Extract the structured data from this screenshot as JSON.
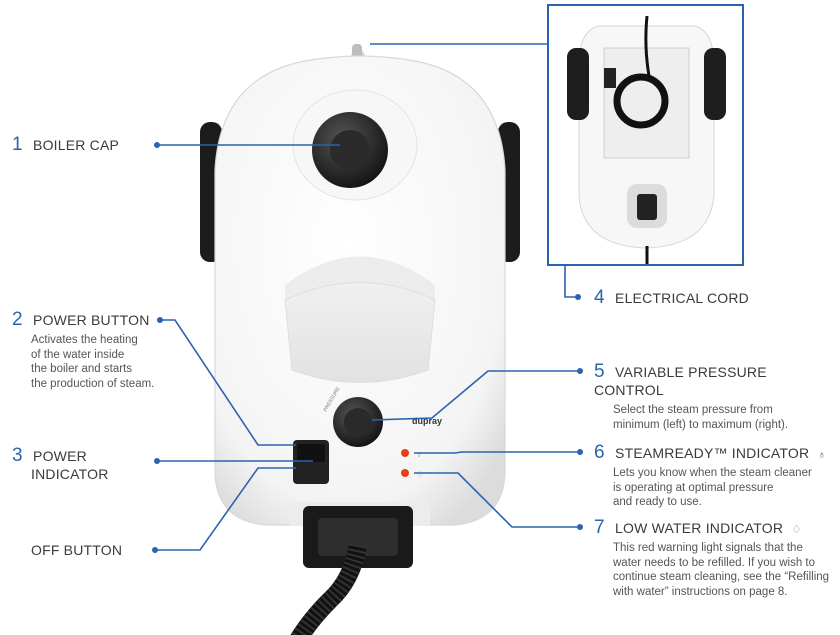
{
  "colors": {
    "accent": "#2a63b0",
    "text": "#3a3a3a",
    "body_white": "#ffffff",
    "knob": "#222222"
  },
  "brand": "dupray",
  "callouts": {
    "boiler_cap": {
      "number": "1",
      "title": "BOILER CAP"
    },
    "power_button": {
      "number": "2",
      "title": "POWER BUTTON",
      "desc": [
        "Activates the heating",
        "of the water inside",
        "the boiler and starts",
        "the production of steam."
      ]
    },
    "power_indicator": {
      "number": "3",
      "title_line1": "POWER",
      "title_line2": "INDICATOR"
    },
    "off_button": {
      "title": "OFF BUTTON"
    },
    "electrical_cord": {
      "number": "4",
      "title": "ELECTRICAL CORD"
    },
    "variable_pressure": {
      "number": "5",
      "title": "VARIABLE PRESSURE CONTROL",
      "desc": [
        "Select the steam pressure from",
        "minimum (left) to maximum (right)."
      ]
    },
    "steamready": {
      "number": "6",
      "title": "STEAMREADY™ INDICATOR",
      "icon": "thermometer-icon",
      "desc": [
        "Lets you know when the steam cleaner",
        "is operating at optimal pressure",
        "and ready to use."
      ]
    },
    "low_water": {
      "number": "7",
      "title": "LOW WATER INDICATOR",
      "icon": "water-drop-icon",
      "desc": [
        "This red warning light signals that the",
        "water needs to be refilled. If you wish to",
        "continue steam cleaning, see the “Refilling",
        "with water” instructions on page 8."
      ]
    }
  }
}
